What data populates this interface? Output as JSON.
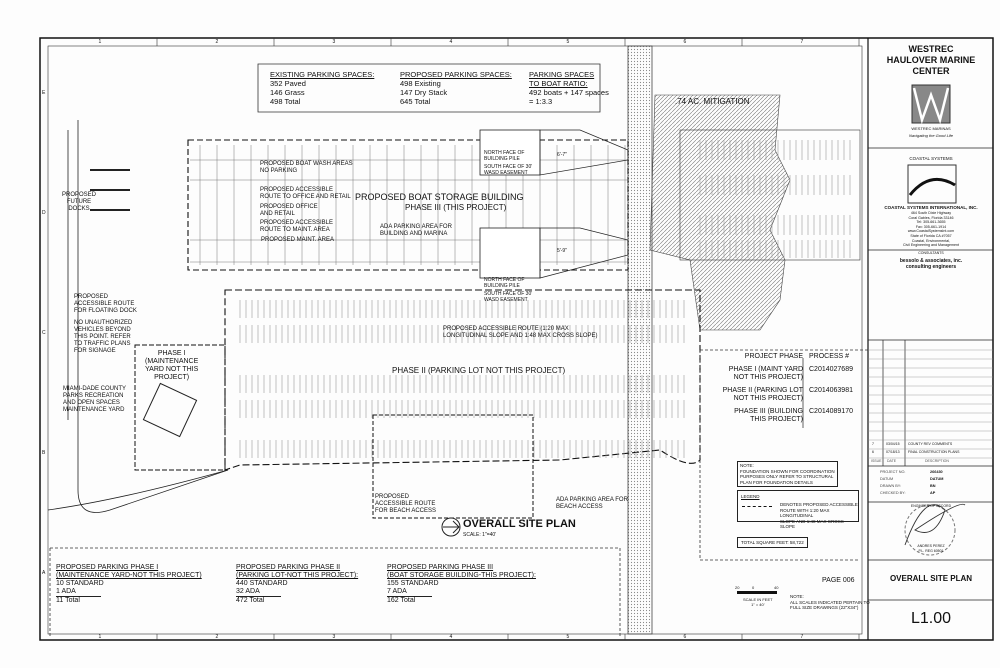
{
  "grid_numbers": [
    "1",
    "2",
    "3",
    "4",
    "5",
    "6",
    "7"
  ],
  "grid_letters": [
    "E",
    "D",
    "C",
    "B",
    "A"
  ],
  "existing": {
    "title": "EXISTING  PARKING SPACES:",
    "lines": [
      "352 Paved",
      "146 Grass",
      "498 Total"
    ]
  },
  "proposed": {
    "title": "PROPOSED  PARKING SPACES:",
    "lines": [
      "498 Existing",
      "147 Dry Stack",
      "645 Total"
    ]
  },
  "ratio": {
    "title1": "PARKING SPACES",
    "title2": "TO BOAT RATIO:",
    "lines": [
      "492 boats + 147 spaces",
      "= 1:3.3"
    ]
  },
  "mitigation": ".74 AC. MITIGATION",
  "labels": {
    "boat_wash": "PROPOSED BOAT WASH AREAS\nNO PARKING",
    "route_office": "PROPOSED ACCESSIBLE\nROUTE TO OFFICE AND RETAIL",
    "office": "PROPOSED OFFICE\nAND RETAIL",
    "route_maint": "PROPOSED ACCESSIBLE\nROUTE TO MAINT. AREA",
    "maint": "PROPOSED MAINT. AREA",
    "building": "PROPOSED BOAT STORAGE BUILDING",
    "building_phase": "PHASE III (THIS PROJECT)",
    "ada_building": "ADA PARKING AREA FOR\nBUILDING AND MARINA",
    "north_face_1": "NORTH FACE OF\nBUILDING PILE",
    "south_face_1": "SOUTH FACE OF 30'\nWASD EASEMENT",
    "north_face_2": "NORTH FACE OF\nBUILDING PILE",
    "south_face_2": "SOUTH FACE OF 30'\nWASD EASEMENT",
    "dim_1": "6'-7\"",
    "dim_2": "5'-9\"",
    "future_docks": "PROPOSED\nFUTURE\nDOCKS",
    "floating_dock": "PROPOSED\nACCESSIBLE ROUTE\nFOR FLOATING DOCK",
    "no_vehicles": "NO UNAUTHORIZED\nVEHICLES BEYOND\nTHIS POINT. REFER\nTO TRAFFIC PLANS\nFOR SIGNAGE",
    "phase1": "PHASE I\n(MAINTENANCE\nYARD NOT THIS\nPROJECT)",
    "miami_dade": "MIAMI-DADE COUNTY\nPARKS RECREATION\nAND OPEN SPACES\nMAINTENANCE YARD",
    "route_slope": "PROPOSED ACCESSIBLE ROUTE (1:20 MAX\nLONGITUDINAL SLOPE AND 1:48 MAX CROSS SLOPE)",
    "phase2": "PHASE II (PARKING LOT NOT THIS PROJECT)",
    "beach_route": "PROPOSED\nACCESSIBLE ROUTE\nFOR BEACH ACCESS",
    "ada_beach": "ADA PARKING AREA FOR\nBEACH ACCESS"
  },
  "plan_title": "OVERALL SITE PLAN",
  "plan_scale": "SCALE: 1\"=40'",
  "phase_table": {
    "headers": [
      "PROJECT PHASE",
      "PROCESS #"
    ],
    "rows": [
      {
        "phase": "PHASE I (MAINT YARD\nNOT THIS PROJECT)",
        "process": "C2014027689"
      },
      {
        "phase": "PHASE II (PARKING LOT\nNOT THIS PROJECT)",
        "process": "C2014063981"
      },
      {
        "phase": "PHASE III (BUILDING\nTHIS PROJECT)",
        "process": "C2014089170"
      }
    ]
  },
  "note": "NOTE:\nFOUNDATION SHOWN FOR COORDINATION\nPURPOSES ONLY REFER TO STRUCTURAL\nPLAN FOR FOUNDATION DETAILS",
  "legend": {
    "title": "LEGEND",
    "text": "DENOTES PROPOSED ACCESSIBLE\nROUTE WITH 1:20 MAX LONGITUDINAL\nSLOPE AND 1:48 MAX CROSS SLOPE"
  },
  "total_sqft": "TOTAL SQUARE FEET: 58,722",
  "page": "PAGE 006",
  "scale_bar": {
    "ticks": [
      "20",
      "0",
      "40"
    ],
    "label": "SCALE IN FEET\n1\" = 40'"
  },
  "scale_note": "NOTE:\nALL SCALES INDICATED PERTAIN TO\nFULL SIZE DRAWINGS (22\"x34\")",
  "phases": [
    {
      "t1": "PROPOSED PARKING PHASE I",
      "t2": "(MAINTENANCE YARD-NOT THIS PROJECT)",
      "std": "10 STANDARD",
      "ada": "1 ADA",
      "total": "11 Total"
    },
    {
      "t1": "PROPOSED PARKING PHASE II",
      "t2": "(PARKING LOT-NOT THIS PROJECT):",
      "std": "440 STANDARD",
      "ada": "32 ADA",
      "total": "472 Total"
    },
    {
      "t1": "PROPOSED PARKING PHASE III",
      "t2": "(BOAT STORAGE BUILDING-THIS PROJECT):",
      "std": "155 STANDARD",
      "ada": "7 ADA",
      "total": "162 Total"
    }
  ],
  "title_block": {
    "client": "WESTREC\nHAULOVER MARINE\nCENTER",
    "client_logo": "WESTREC MARINAS",
    "client_tagline": "Navigating the Good Life",
    "firm_logo": "COASTAL SYSTEMS",
    "firm": "COASTAL SYSTEMS INTERNATIONAL, INC.",
    "firm_details": "464 South Dixie Highway\nCoral Gables, Florida 33146\nTel: 305-661-3655\nFax: 305-661-1914\nwww.CoastalSystemsInt.com\nState of Florida CA #7057\nCoastal, Environmental,\nCivil Engineering and Management",
    "consultants": "CONSULTANTS",
    "consultant": "bessolo & associates, inc.\nconsulting engineers",
    "revisions": [
      {
        "no": "7",
        "date": "03/04/15",
        "desc": "COUNTY REV COMMENTS"
      },
      {
        "no": "6",
        "date": "07/18/13",
        "desc": "FINAL CONSTRUCTION PLANS"
      }
    ],
    "rev_headers": [
      "ISSUE",
      "DATE",
      "DESCRIPTION"
    ],
    "project_info": [
      {
        "k": "PROJECT NO.",
        "v": "266430"
      },
      {
        "k": "DATUM",
        "v": "DATUM"
      },
      {
        "k": "DRAWN BY:",
        "v": "BN"
      },
      {
        "k": "CHECKED BY:",
        "v": "AP"
      }
    ],
    "eor": "ENGINEER OF RECORD",
    "seal_name": "ANDRES PEREZ\nP.L. REG 60501",
    "sheet_title": "OVERALL SITE PLAN",
    "sheet_no": "L1.00"
  }
}
